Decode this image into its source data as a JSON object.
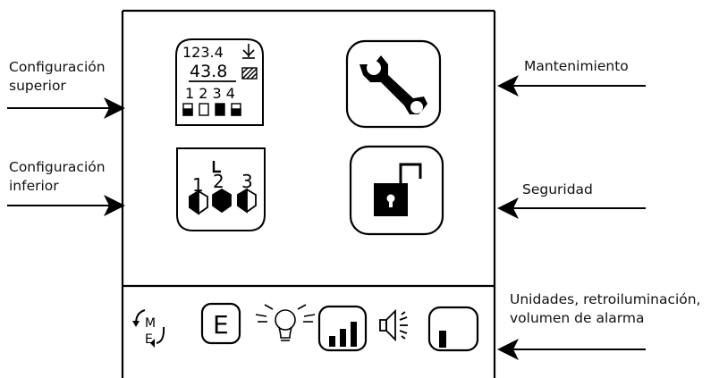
{
  "labels": {
    "config_superior": [
      "Configuración",
      "superior"
    ],
    "config_inferior": [
      "Configuración",
      "inferior"
    ],
    "mantenimiento": "Mantenimiento",
    "seguridad": "Seguridad",
    "unidades": [
      "Unidades, retroiluminación,",
      "volumen de alarma"
    ]
  },
  "display_icon": {
    "top_value": "123.4",
    "main_value": "43.8",
    "channels": "1 2 3 4"
  },
  "lower_icon": {
    "channels": [
      "1",
      "2",
      "3"
    ]
  },
  "bottom_bar": {
    "mode_m": "M",
    "mode_e": "E",
    "e_button": "E"
  }
}
